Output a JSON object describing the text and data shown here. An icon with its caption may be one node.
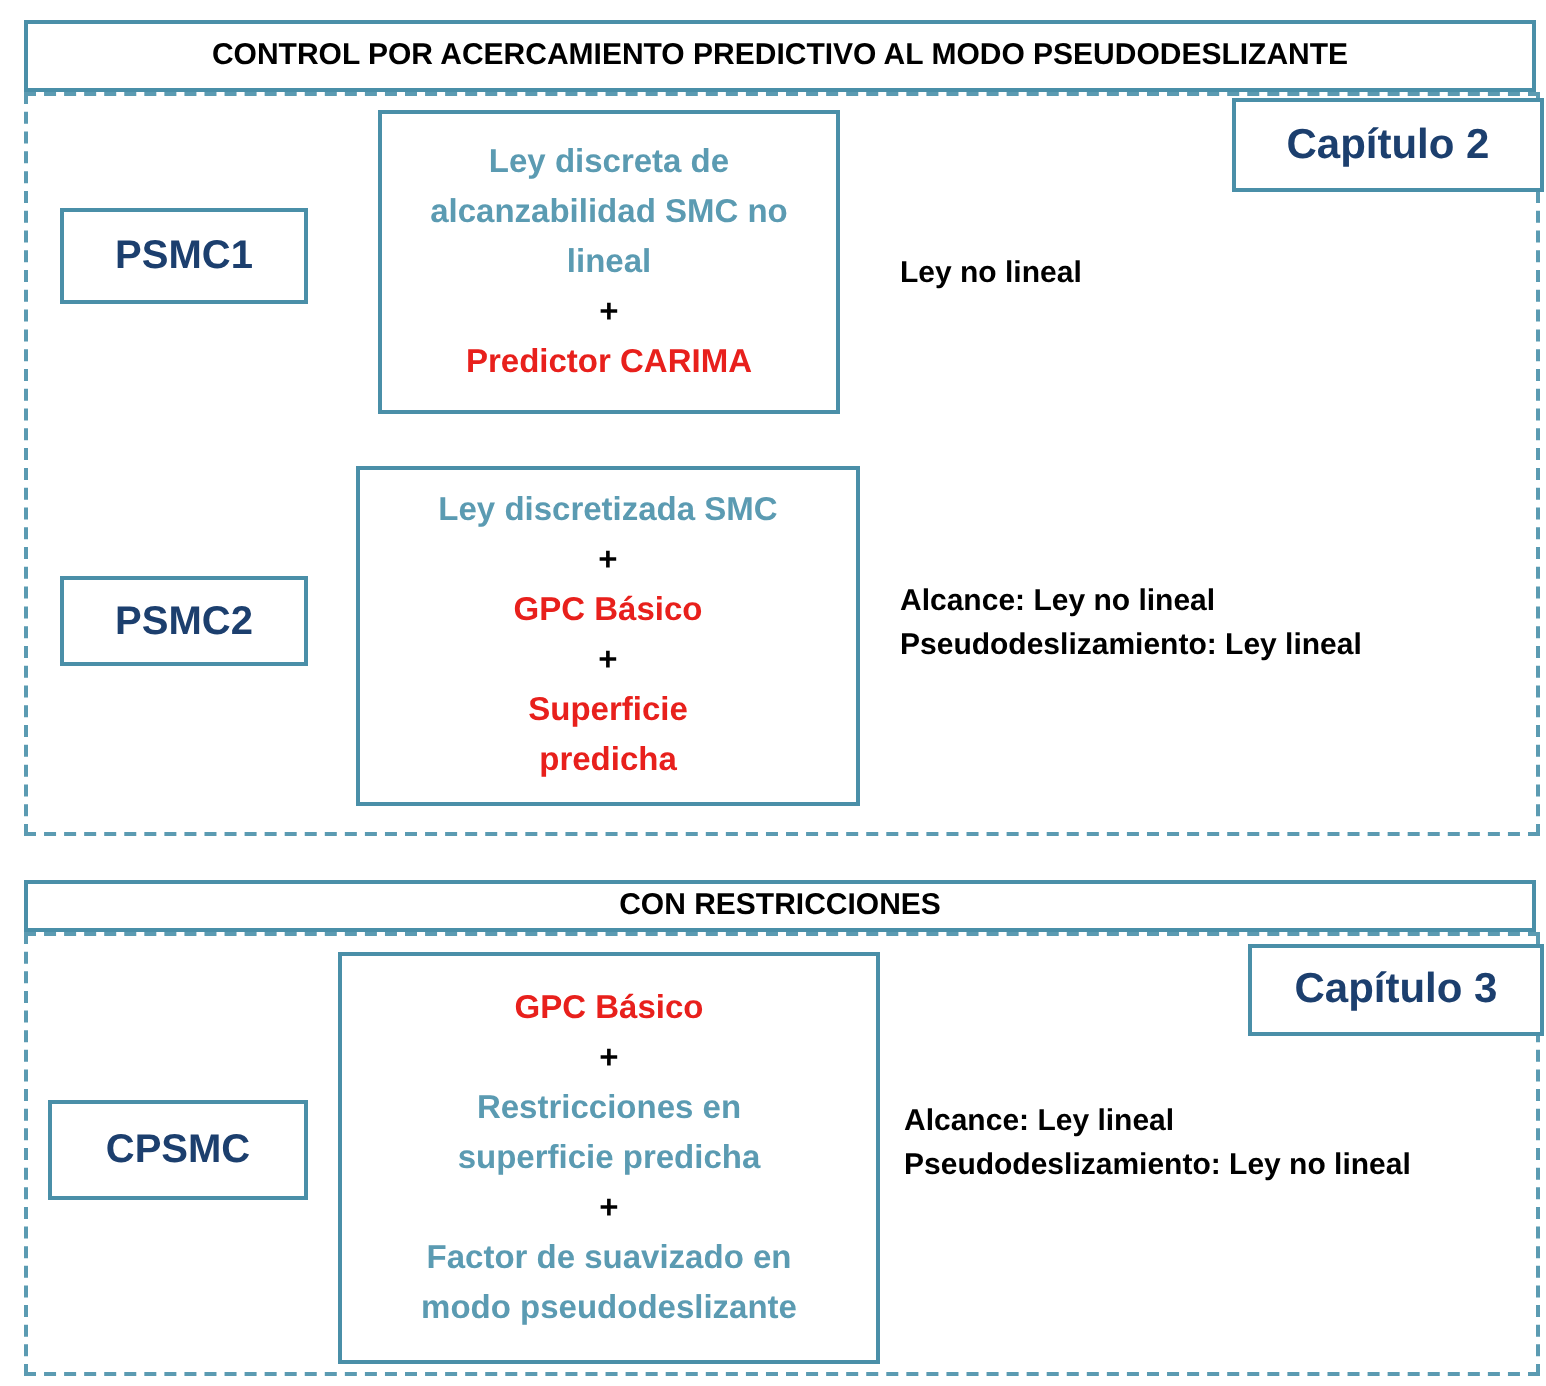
{
  "diagram": {
    "nodes": [
      {
        "text": [
          "CONTROL POR ACERCAMIENTO PREDICTIVO AL MODO PSEUDODESLIZANTE"
        ]
      },
      {
        "text": [],
        "shape": "box"
      },
      {
        "text": [
          "Capítulo 2"
        ],
        "in": 1
      },
      {
        "text": [
          "PSMC1"
        ],
        "in": 1
      },
      {
        "text": [
          "Ley discreta de alcanzabilidad SMC no lineal",
          "+",
          "Predictor CARIMA"
        ],
        "in": 1
      },
      {
        "text": [
          "PSMC2"
        ],
        "in": 1
      },
      {
        "text": [
          "Ley discretizada SMC",
          "+",
          "GPC Básico",
          "+",
          "Superficie predicha"
        ],
        "in": 1
      },
      {
        "text": [
          "CON RESTRICCIONES"
        ]
      },
      {
        "text": [],
        "shape": "box"
      },
      {
        "text": [
          "Capítulo 3"
        ],
        "in": 8
      },
      {
        "text": [
          "CPSMC"
        ],
        "in": 8
      },
      {
        "text": [
          "GPC Básico",
          "+",
          "Restricciones en superficie predicha",
          "+",
          "Factor de suavizado en modo pseudodeslizante"
        ],
        "in": 8
      }
    ],
    "edges": [],
    "labels": [
      "Ley no lineal",
      "Alcance: Ley no lineal",
      "Pseudodeslizamiento: Ley lineal",
      "Alcance: Ley lineal",
      "Pseudodeslizamiento: Ley no lineal"
    ]
  }
}
